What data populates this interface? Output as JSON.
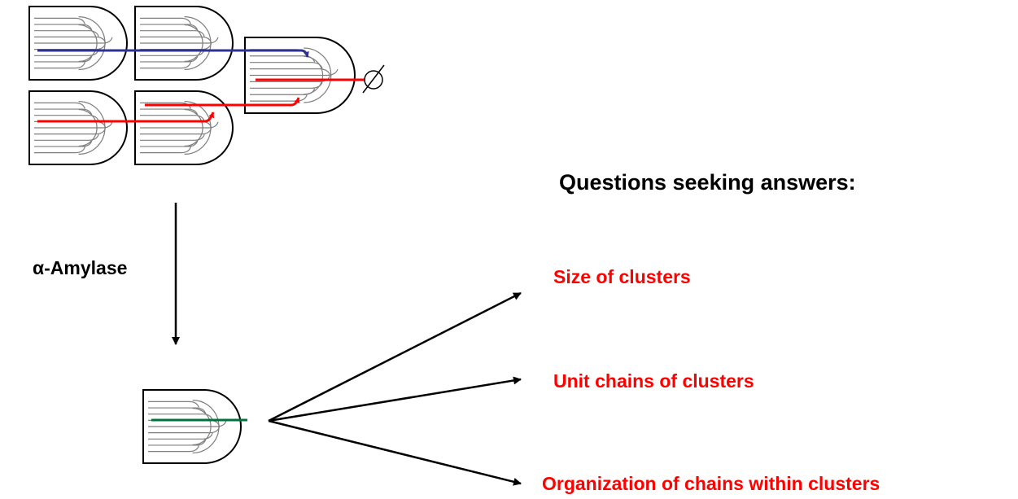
{
  "heading": "Questions seeking answers:",
  "enzyme_label": "α-Amylase",
  "questions": [
    "Size of clusters",
    "Unit chains of clusters",
    "Organization of chains within clusters"
  ],
  "empty_set_symbol": "∅",
  "colors": {
    "text": "#000000",
    "question": "#ff0000",
    "chain_blue": "#2e3192",
    "chain_red": "#ff0000",
    "chain_green": "#00733c",
    "cluster_lines": "#7f7f7f",
    "outline": "#000000"
  }
}
